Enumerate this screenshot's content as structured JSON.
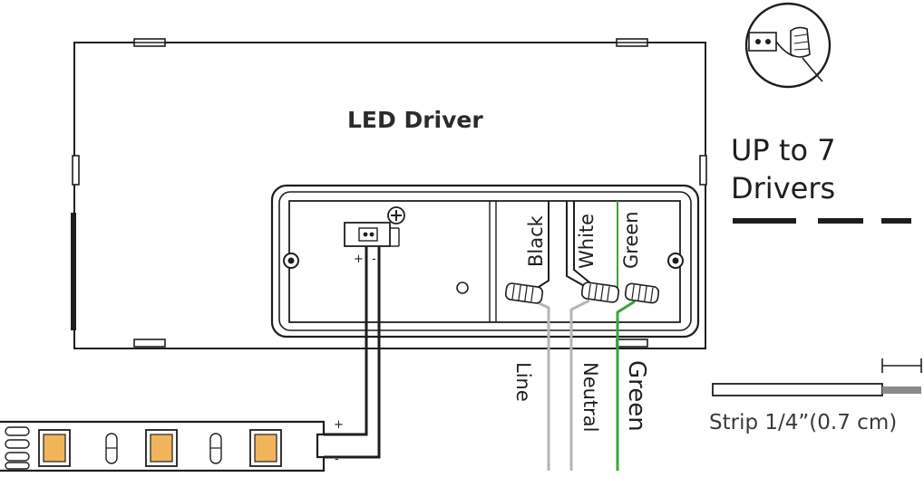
{
  "labels": {
    "title": "LED Driver",
    "max_drivers_line1": "UP to 7",
    "max_drivers_line2": "Drivers",
    "terminal_plus": "+",
    "terminal_minus": "-",
    "strip_plus": "+",
    "strip_minus": "-",
    "strip_length": "Strip 1/4”(0.7 cm)"
  },
  "driver_wires": [
    {
      "label": "Black",
      "color": "#1a1a1a"
    },
    {
      "label": "White",
      "color": "#1a1a1a"
    },
    {
      "label": "Green",
      "color": "#3aa63a"
    }
  ],
  "supply_wires": [
    {
      "label": "Line",
      "color": "#b5b5b5"
    },
    {
      "label": "Neutral",
      "color": "#b5b5b5"
    },
    {
      "label": "Green",
      "color": "#3aa63a"
    }
  ],
  "colors": {
    "outline": "#1e1e1e",
    "led_chip": "#f0b45a",
    "ground_green": "#3aa63a",
    "supply_grey": "#b5b5b5"
  }
}
